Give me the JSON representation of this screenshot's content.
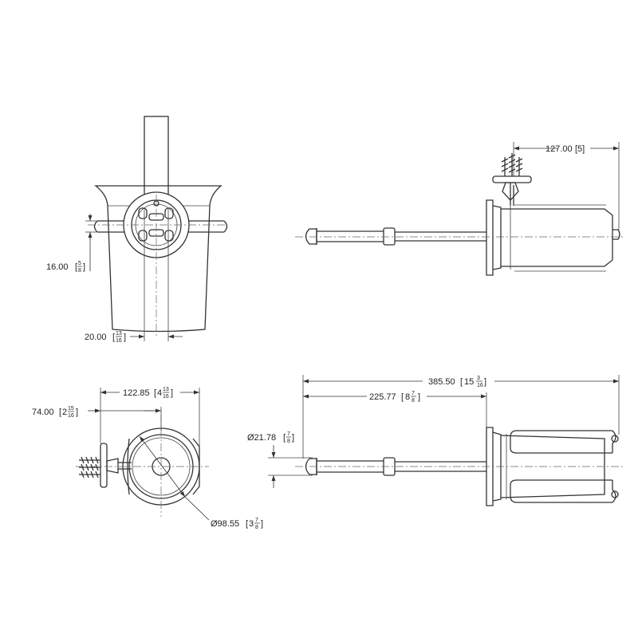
{
  "drawing": {
    "type": "technical-dimension-drawing",
    "views": [
      "front",
      "side",
      "top",
      "side-detail"
    ]
  },
  "dimensions": {
    "front_16": {
      "value": "16.00",
      "whole": "",
      "num": "5",
      "den": "8"
    },
    "front_20": {
      "value": "20.00",
      "whole": "",
      "num": "13",
      "den": "16"
    },
    "side_127": {
      "value": "127.00",
      "bracket": "[5]"
    },
    "top_122": {
      "value": "122.85",
      "whole": "4",
      "num": "13",
      "den": "16"
    },
    "top_74": {
      "value": "74.00",
      "whole": "2",
      "num": "15",
      "den": "16"
    },
    "top_dia": {
      "value": "Ø98.55",
      "whole": "3",
      "num": "7",
      "den": "8"
    },
    "side_385": {
      "value": "385.50",
      "whole": "15",
      "num": "3",
      "den": "16"
    },
    "side_225": {
      "value": "225.77",
      "whole": "8",
      "num": "7",
      "den": "8"
    },
    "side_dia": {
      "value": "Ø21.78",
      "whole": "",
      "num": "7",
      "den": "8"
    }
  }
}
